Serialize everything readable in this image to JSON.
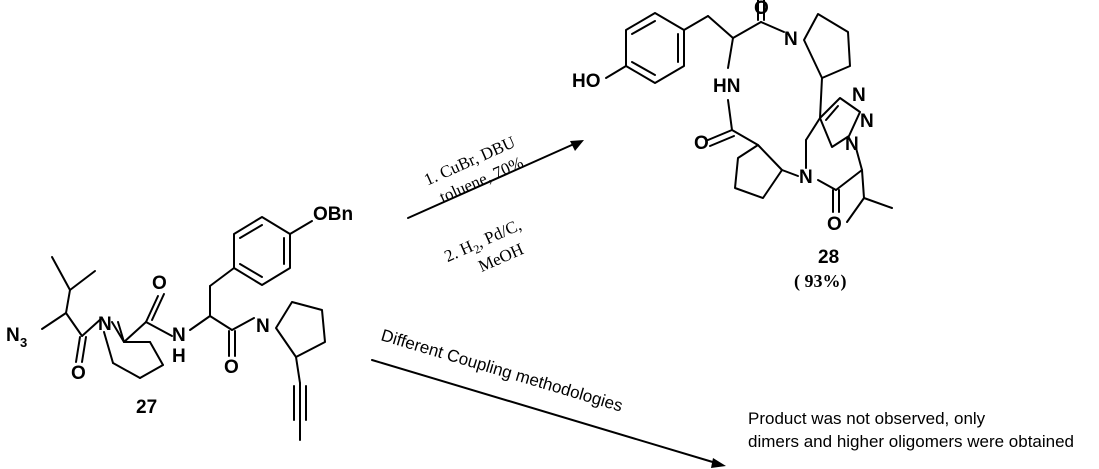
{
  "compounds": {
    "start_label": "27",
    "product_label": "28",
    "product_yield": "( 93%)"
  },
  "atoms": {
    "azide": "N",
    "azide_sub": "3",
    "nitrogen": "N",
    "amide_nh": "N",
    "h": "H",
    "hn": "HN",
    "oxygen": "O",
    "obn": "OBn",
    "ho": "HO"
  },
  "reaction_top": {
    "step1_line1": "1. CuBr, DBU",
    "step1_line2": "toluene, 70%",
    "step2_line1_a": "2. H",
    "step2_line1_sub": "2",
    "step2_line1_b": ", Pd/C,",
    "step2_line2": "MeOH"
  },
  "reaction_bottom": {
    "conditions": "Different Coupling methodologies",
    "outcome_line1": "Product was not observed, only",
    "outcome_line2": "dimers and higher oligomers were obtained"
  }
}
